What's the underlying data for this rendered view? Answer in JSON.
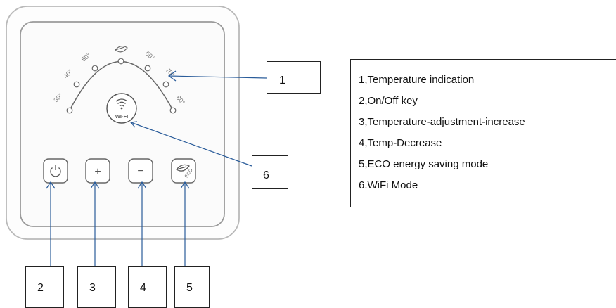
{
  "dial": {
    "ticks": [
      "30°",
      "40°",
      "50°",
      "60°",
      "70°",
      "80°"
    ],
    "eco_symbol": "leaf-icon"
  },
  "wifi_button": {
    "label": "WI-FI",
    "icon": "wifi-icon"
  },
  "keys": [
    {
      "icon": "power-icon"
    },
    {
      "icon": "plus-icon",
      "symbol": "+"
    },
    {
      "icon": "minus-icon",
      "symbol": "−"
    },
    {
      "icon": "eco-leaf-icon",
      "text": "ECO"
    }
  ],
  "callouts": [
    "1",
    "2",
    "3",
    "4",
    "5",
    "6"
  ],
  "legend": {
    "items": [
      "1,Temperature indication",
      "2,On/Off key",
      "3,Temperature-adjustment-increase",
      "4,Temp-Decrease",
      "5,ECO energy saving mode",
      "6.WiFi Mode"
    ]
  },
  "colors": {
    "device_border": "#b9b9b9",
    "line": "#2a5c9a",
    "icon": "#555555"
  }
}
